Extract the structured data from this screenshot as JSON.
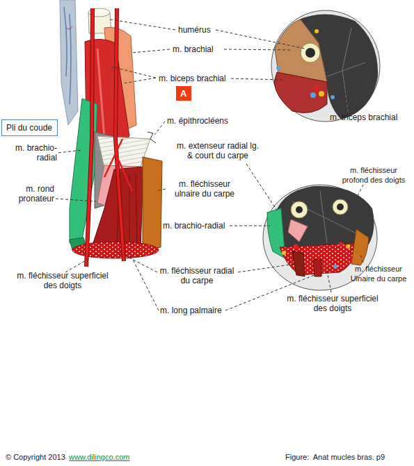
{
  "diagram": {
    "caption": "Figure:  Anat mucles bras. p9",
    "nodes": [
      {
        "text": [
          "Pli du coude"
        ]
      },
      {
        "text": [
          "A"
        ]
      }
    ],
    "labels": [
      "humérus",
      "m. brachial",
      "m. biceps brachial",
      "m. triceps brachial",
      "m. épithrocléens",
      "m. brachio- radial",
      "m. extenseur radial lg. & court du carpe",
      "m. fléchisseur profond des doigts",
      "m. rond pronateur",
      "m. fléchisseur ulnaire du carpe",
      "m. brachio-radial",
      "m. fléchisseur Ulnaire du carpe",
      "m. fléchisseur superficiel des doigts",
      "m. fléchisseur radial du carpe",
      "m. fléchisseur superficiel des doigts",
      "m. long palmaire",
      "© Copyright 2013",
      "www.dilingco.com"
    ]
  }
}
